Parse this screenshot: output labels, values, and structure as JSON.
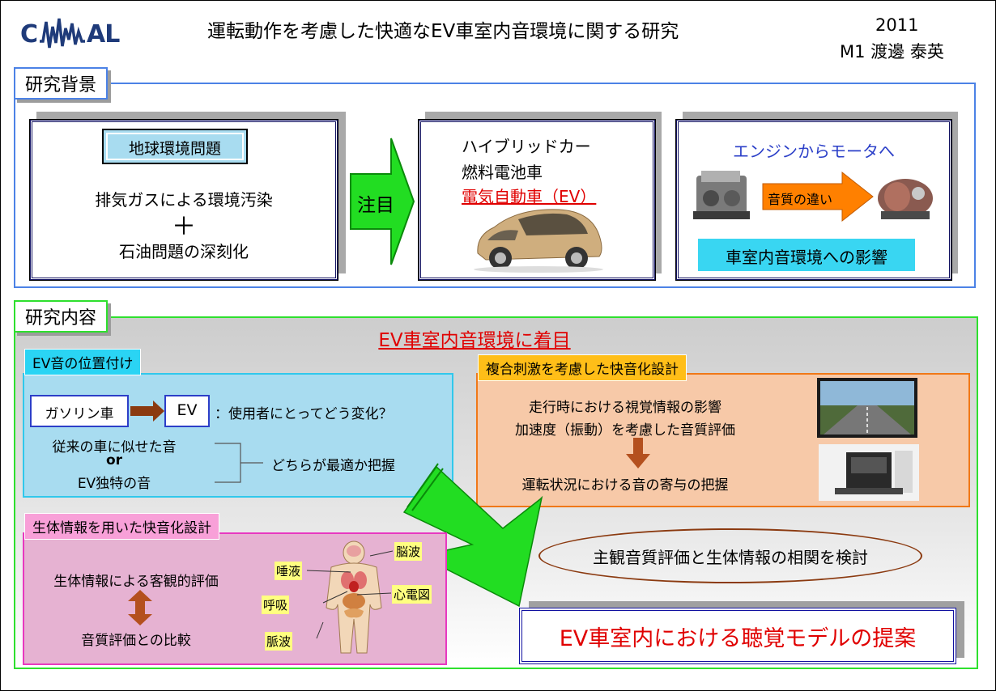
{
  "header": {
    "logo_text": "CAMAL",
    "title": "運転動作を考慮した快適なEV車室内音環境に関する研究",
    "year": "2011",
    "author": "M1 渡邊 泰英"
  },
  "background": {
    "tab": "研究背景",
    "card1": {
      "heading": "地球環境問題",
      "line1": "排気ガスによる環境汚染",
      "plus": "＋",
      "line2": "石油問題の深刻化"
    },
    "arrow_label": "注目",
    "card2": {
      "line1": "ハイブリッドカー",
      "line2": "燃料電池車",
      "line3": "電気自動車（EV）"
    },
    "card3": {
      "heading": "エンジンからモータへ",
      "arrow_label": "音質の違い",
      "impact": "車室内音環境への影響"
    }
  },
  "content": {
    "tab": "研究内容",
    "focus": "EV車室内音環境に着目",
    "ev_sound": {
      "title": "EV音の位置付け",
      "gasoline": "ガソリン車",
      "ev": "EV",
      "question": "：使用者にとってどう変化？",
      "opt1": "従来の車に似せた音",
      "or": "or",
      "opt2": "EV独特の音",
      "which": "どちらが最適か把握"
    },
    "composite": {
      "title": "複合刺激を考慮した快音化設計",
      "line1": "走行時における視覚情報の影響",
      "line2": "加速度（振動）を考慮した音質評価",
      "line3": "運転状況における音の寄与の把握"
    },
    "bio": {
      "title": "生体情報を用いた快音化設計",
      "line1": "生体情報による客観的評価",
      "line2": "音質評価との比較",
      "labels": [
        "脳波",
        "唾液",
        "心電図",
        "呼吸",
        "脈波"
      ]
    },
    "correlation": "主観音質評価と生体情報の相関を検討",
    "proposal": "EV車室内における聴覚モデルの提案"
  },
  "colors": {
    "blue_frame": "#4c82e6",
    "green_frame": "#2ee02e",
    "cyan_box": "#a8dcf0",
    "orange_box": "#f7c9a8",
    "pink_box": "#e6b2d2",
    "accent_red": "#e00000",
    "arrow_green": "#22dd22",
    "arrow_orange": "#ff8000",
    "arrow_brown": "#b4501e"
  }
}
